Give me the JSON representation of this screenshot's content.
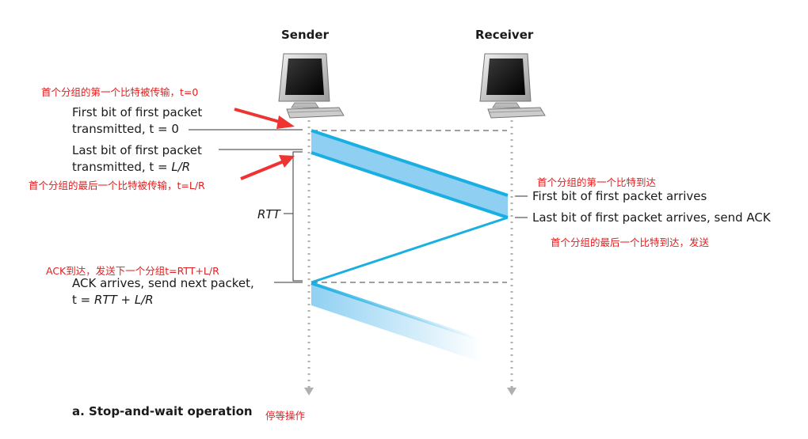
{
  "headers": {
    "sender": "Sender",
    "receiver": "Receiver"
  },
  "labels": {
    "first_bit_line1": "First bit of first packet",
    "first_bit_line2": "transmitted, t = 0",
    "last_bit_line1": "Last bit of first packet",
    "last_bit_line2_prefix": "transmitted, t = ",
    "last_bit_line2_var": "L/R",
    "rtt": "RTT",
    "recv_first": "First bit of first packet arrives",
    "recv_last": "Last bit of first packet arrives, send ACK",
    "ack_line1": "ACK arrives, send next packet,",
    "ack_line2_prefix": "t = ",
    "ack_line2_var": "RTT + L/R",
    "caption": "a. Stop-and-wait operation"
  },
  "annotations": {
    "first_bit_tx": "首个分组的第一个比特被传输，t=0",
    "last_bit_tx": "首个分组的最后一个比特被传输，t=L/R",
    "first_bit_arrive": "首个分组的第一个比特到达",
    "last_bit_arrive": "首个分组的最后一个比特到达，发送",
    "ack_arrive": "ACK到达，发送下一个分组t=RTT+L/R",
    "caption_cn": "停等操作"
  },
  "colors": {
    "annotation": "#e02020",
    "packet_fill": "#8fd0f2",
    "packet_edge": "#1aaee3",
    "timeline": "#b0b0b0",
    "arrow": "#ee3333"
  },
  "icons": [
    "sender-computer-icon",
    "receiver-computer-icon"
  ]
}
